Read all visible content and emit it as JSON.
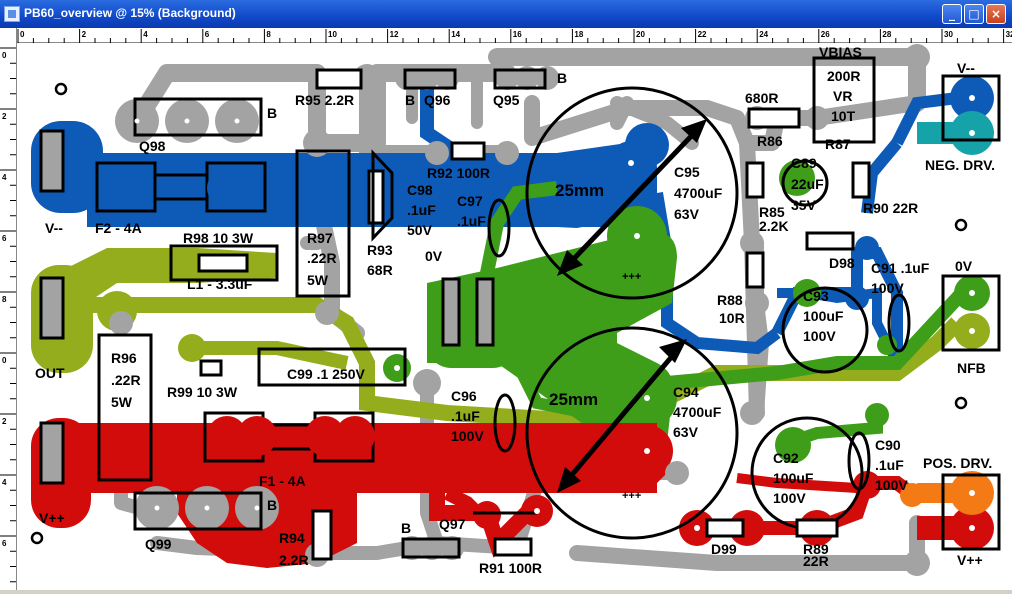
{
  "window": {
    "title": "PB60_overview @ 15% (Background)",
    "minimize": "_",
    "maximize": "□",
    "close": "×"
  },
  "ruler": {
    "top_ticks": [
      "0",
      "2",
      "4",
      "6",
      "8",
      "10",
      "12",
      "14",
      "16",
      "18",
      "20",
      "22",
      "24",
      "26",
      "28",
      "30",
      "32"
    ],
    "left_ticks": [
      "0",
      "2",
      "4",
      "6",
      "8",
      "0",
      "2",
      "4",
      "6"
    ]
  },
  "colors": {
    "negative_rail": "#0e5bb7",
    "ground": "#3e9e1a",
    "output": "#94ad1c",
    "positive_rail": "#d20b0b",
    "signal": "#a3a3a3",
    "neg_drive": "#15a2a8",
    "pos_drive": "#f47a16"
  },
  "labels": {
    "r95": "R95 2.2R",
    "q96_b": "B",
    "q96": "Q96",
    "q95_b": "B",
    "q95": "Q95",
    "vbias": "VBIAS",
    "vr1": "200R",
    "vr2": "VR",
    "vr3": "10T",
    "vminus_conn": "V--",
    "r86": "R86",
    "r680": "680R",
    "q98": "Q98",
    "q98_b": "B",
    "r92": "R92 100R",
    "c95a": "C95",
    "c95b": "4700uF",
    "c95c": "63V",
    "c89a": "C89",
    "c89b": "22uF",
    "c89c": "35V",
    "r87": "R87",
    "neg_drv": "NEG. DRV.",
    "c98a": "C98",
    "c98b": ".1uF",
    "c98c": "50V",
    "c97a": "C97",
    "c97b": ".1uF",
    "dim1": "25mm",
    "r85a": "R85",
    "r85b": "2.2K",
    "r90": "R90 22R",
    "vminus": "V--",
    "f2": "F2 - 4A",
    "r98": "R98 10 3W",
    "r97a": "R97",
    "r97b": ".22R",
    "r97c": "5W",
    "r93a": "R93",
    "r93b": "68R",
    "zero_v1": "0V",
    "d98": "D98",
    "l1": "L1 - 3.3uF",
    "plus1": "+++",
    "c91": "C91 .1uF",
    "c91v": "100V",
    "zero_v2": "0V",
    "r88a": "R88",
    "r88b": "10R",
    "c93a": "C93",
    "c93b": "100uF",
    "c93c": "100V",
    "out": "OUT",
    "r96a": "R96",
    "r96b": ".22R",
    "r96c": "5W",
    "r99": "R99 10 3W",
    "c99": "C99 .1 250V",
    "c96a": "C96",
    "c96b": ".1uF",
    "c96c": "100V",
    "dim2": "25mm",
    "c94a": "C94",
    "c94b": "4700uF",
    "c94c": "63V",
    "nfb": "NFB",
    "c92a": "C92",
    "c92b": "100uF",
    "c92c": "100V",
    "c90a": "C90",
    "c90b": ".1uF",
    "c90c": "100V",
    "f1": "F1 - 4A",
    "plus2": "+++",
    "pos_drv": "POS. DRV.",
    "vplus": "V++",
    "q99": "Q99",
    "q99_b": "B",
    "r94a": "R94",
    "r94b": "2.2R",
    "q97_b": "B",
    "q97": "Q97",
    "r91": "R91 100R",
    "d99": "D99",
    "r89a": "R89",
    "r89b": "22R",
    "vplus_conn": "V++"
  }
}
